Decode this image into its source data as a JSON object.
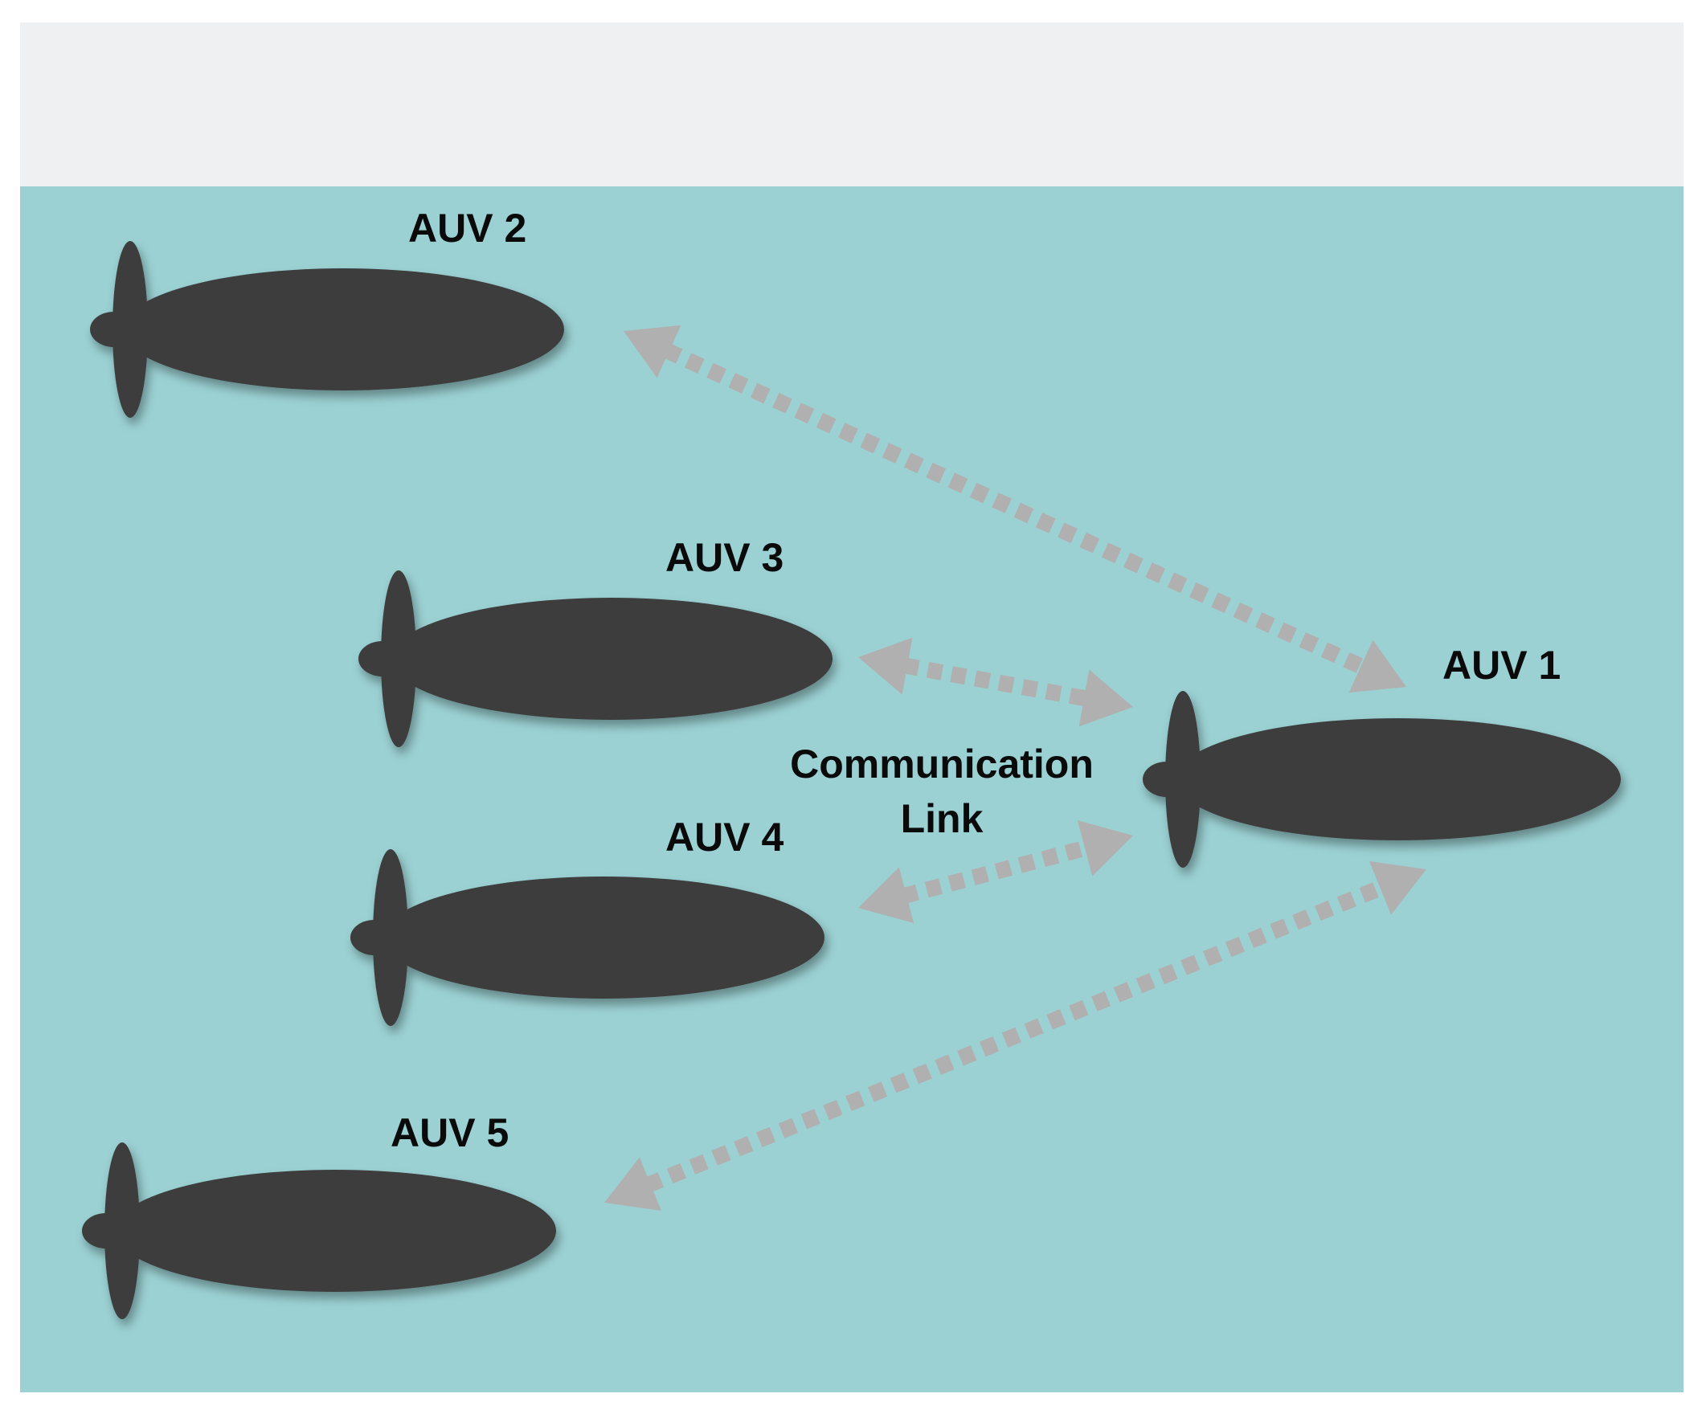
{
  "colors": {
    "sky": "#eff0f2",
    "water": "#9bd1d3",
    "vehicle": "#3d3d3d",
    "link": "#b0b0b0"
  },
  "vehicles": [
    {
      "id": "auv2",
      "label": "AUV 2"
    },
    {
      "id": "auv3",
      "label": "AUV 3"
    },
    {
      "id": "auv4",
      "label": "AUV 4"
    },
    {
      "id": "auv5",
      "label": "AUV 5"
    },
    {
      "id": "auv1",
      "label": "AUV 1"
    }
  ],
  "link_label": {
    "line1": "Communication",
    "line2": "Link"
  }
}
